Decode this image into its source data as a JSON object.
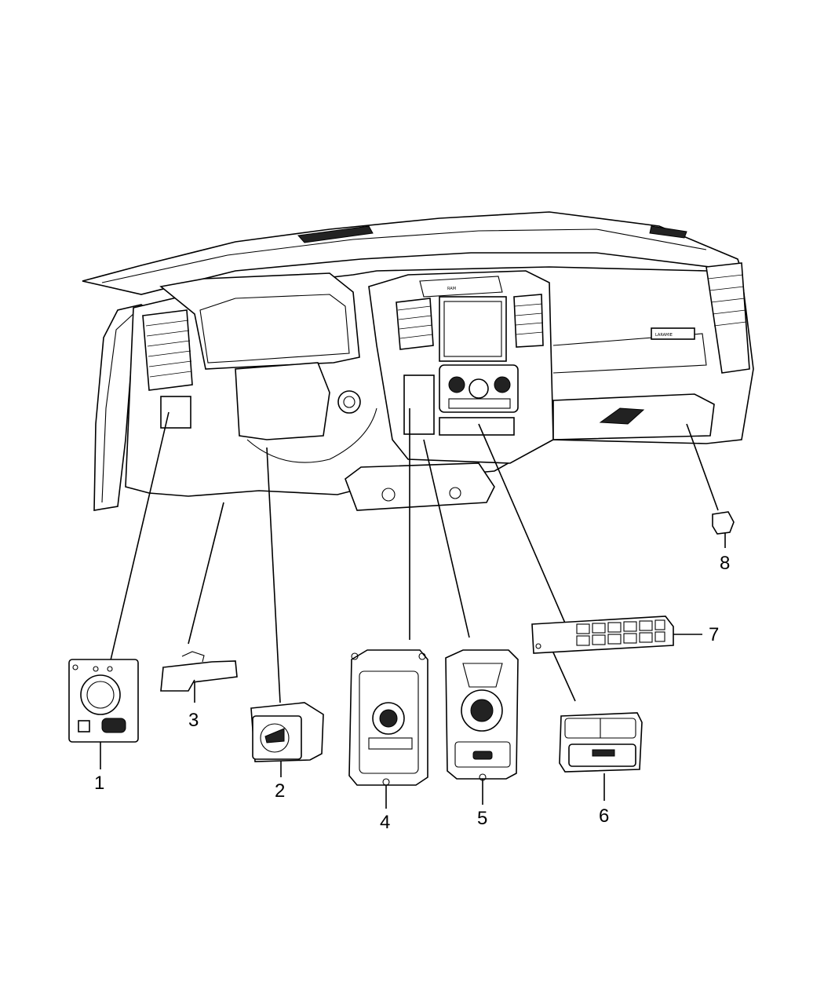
{
  "callouts": [
    {
      "id": "1",
      "label": "1"
    },
    {
      "id": "2",
      "label": "2"
    },
    {
      "id": "3",
      "label": "3"
    },
    {
      "id": "4",
      "label": "4"
    },
    {
      "id": "5",
      "label": "5"
    },
    {
      "id": "6",
      "label": "6"
    },
    {
      "id": "7",
      "label": "7"
    },
    {
      "id": "8",
      "label": "8"
    }
  ],
  "panel_text": {
    "dash_badge": "RAM",
    "passenger_badge": "LARAMIE"
  }
}
